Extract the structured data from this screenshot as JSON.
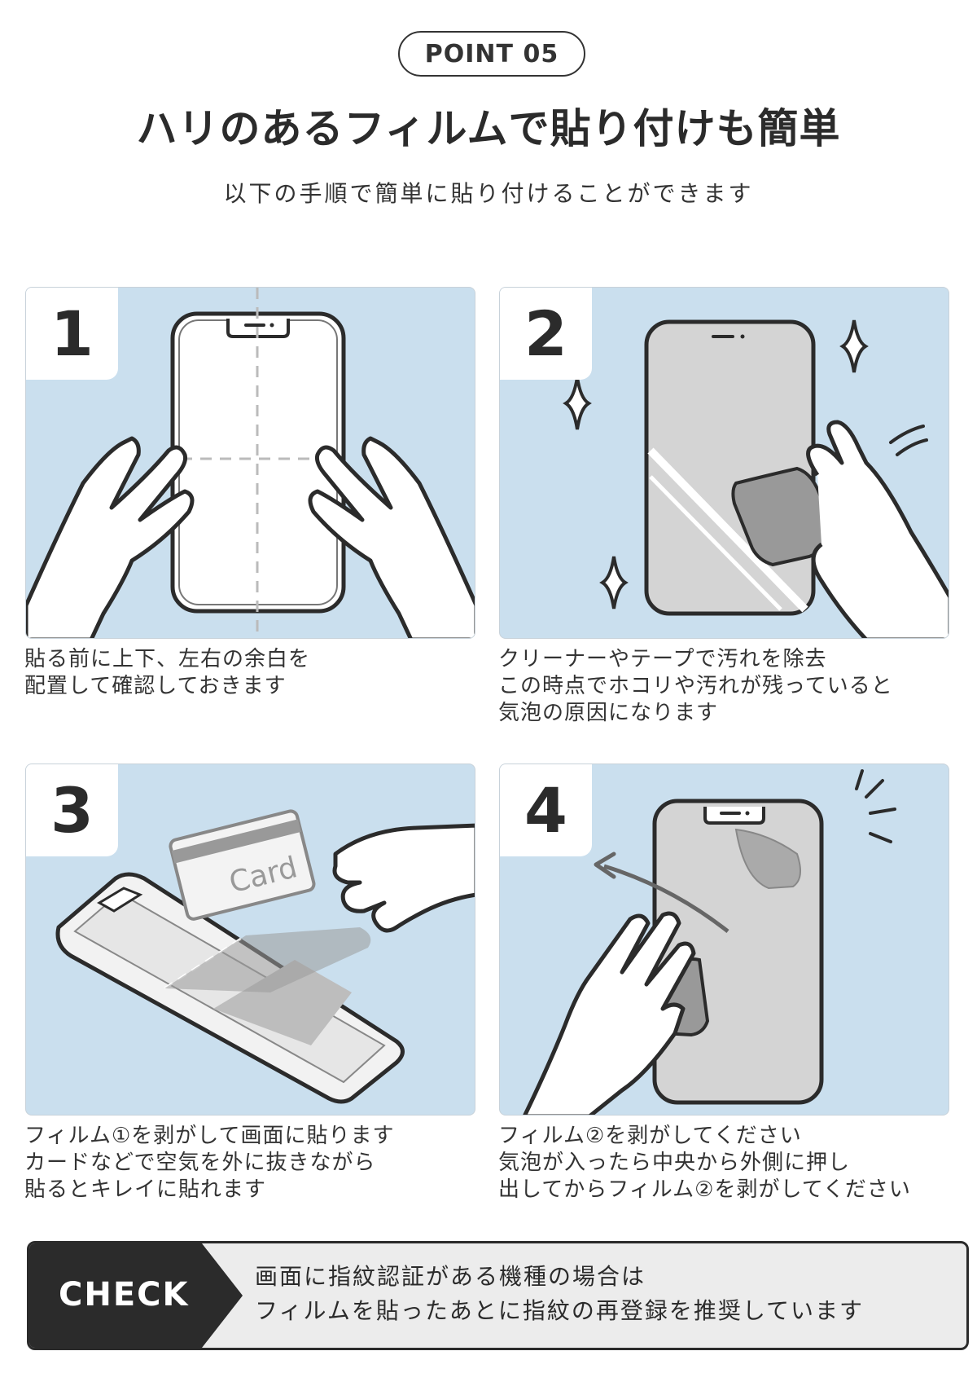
{
  "header": {
    "badge": "POINT 05",
    "title": "ハリのあるフィルムで貼り付けも簡単",
    "subtitle": "以下の手順で簡単に貼り付けることができます"
  },
  "steps": [
    {
      "number": "1",
      "caption": [
        "貼る前に上下、左右の余白を",
        "配置して確認しておきます"
      ]
    },
    {
      "number": "2",
      "caption": [
        "クリーナーやテープで汚れを除去",
        "この時点でホコリや汚れが残っていると",
        "気泡の原因になります"
      ]
    },
    {
      "number": "3",
      "card_label": "Card",
      "caption": [
        "フィルム①を剥がして画面に貼ります",
        "カードなどで空気を外に抜きながら",
        "貼るとキレイに貼れます"
      ]
    },
    {
      "number": "4",
      "caption": [
        "フィルム②を剥がしてください",
        "気泡が入ったら中央から外側に押し",
        "出してからフィルム②を剥がしてください"
      ]
    }
  ],
  "check": {
    "label": "CHECK",
    "lines": [
      "画面に指紋認証がある機種の場合は",
      "フィルムを貼ったあとに指紋の再登録を推奨しています"
    ]
  },
  "colors": {
    "panel_bg": "#cadfee",
    "outline": "#2b2b2b",
    "check_bg": "#2b2b2b"
  }
}
